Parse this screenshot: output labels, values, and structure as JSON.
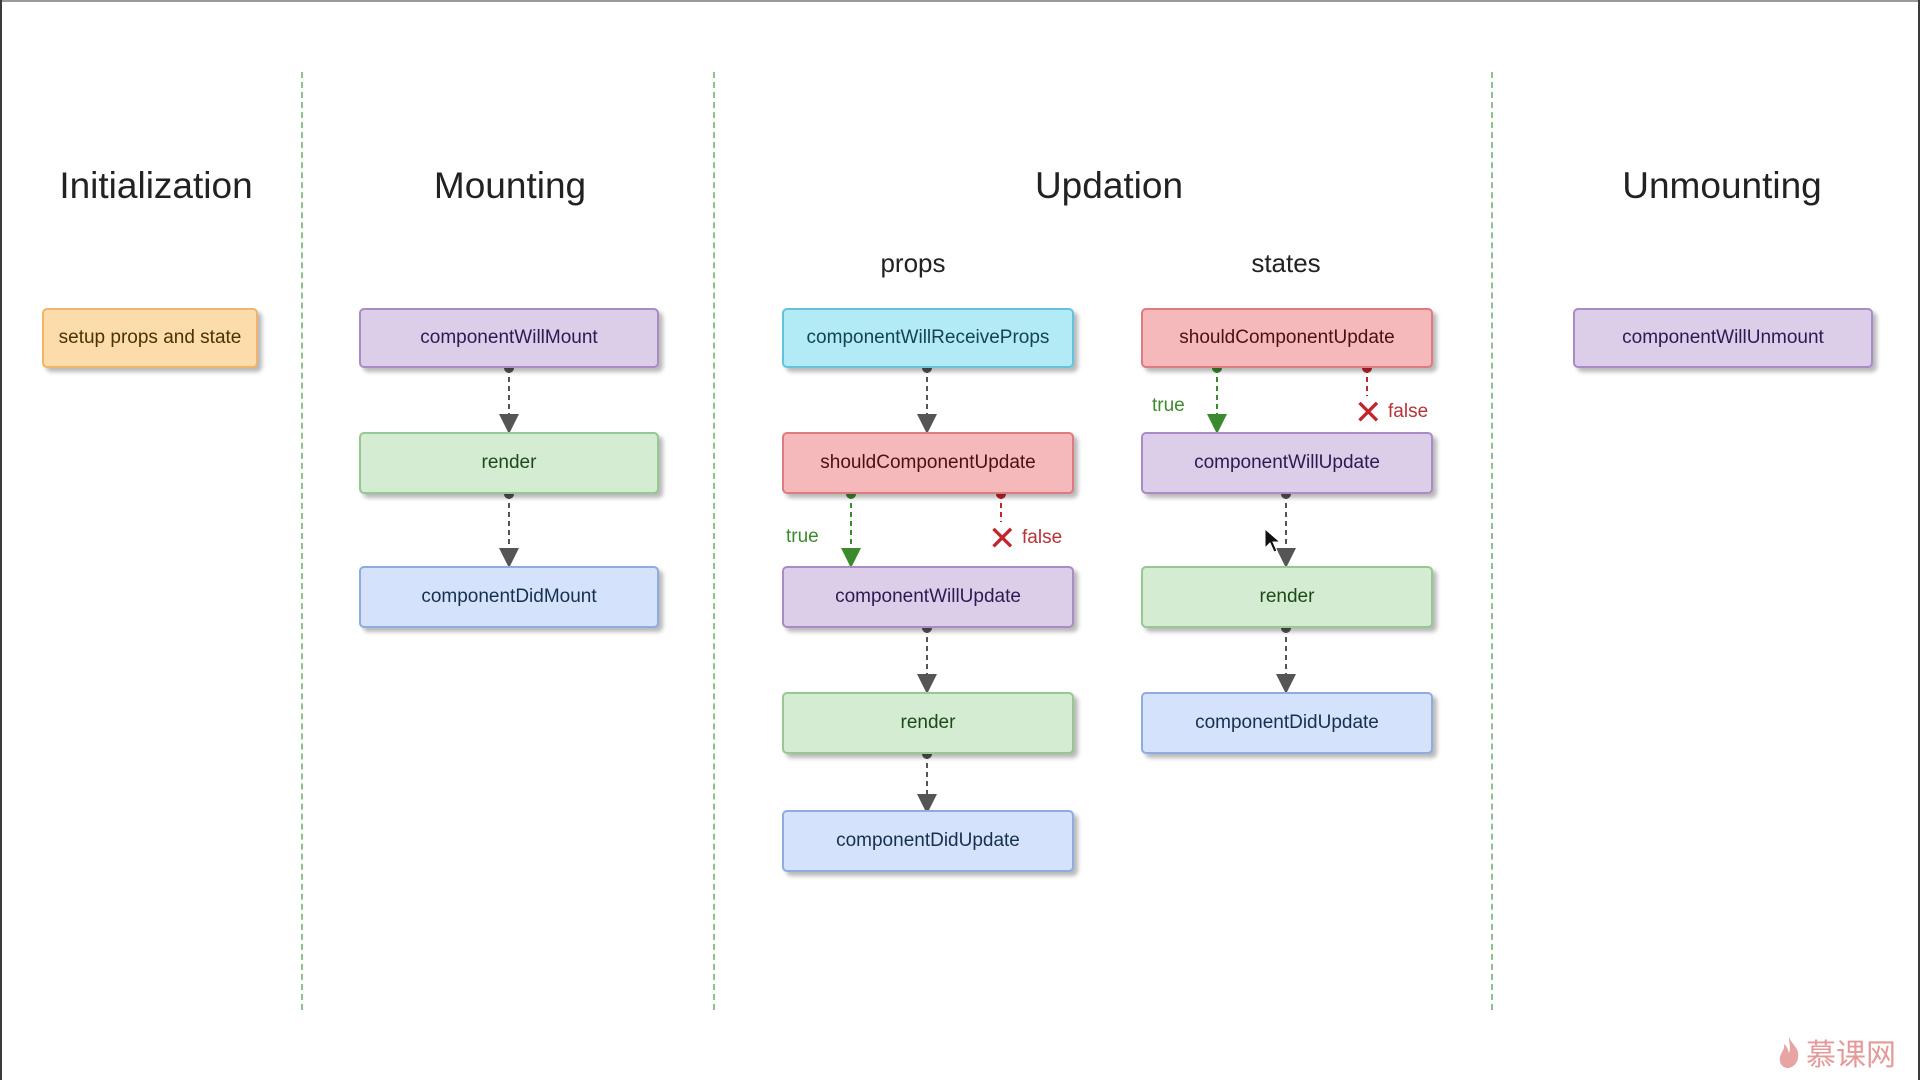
{
  "phases": {
    "initialization": "Initialization",
    "mounting": "Mounting",
    "updation": "Updation",
    "unmounting": "Unmounting"
  },
  "subphases": {
    "props": "props",
    "states": "states"
  },
  "boxes": {
    "setup": "setup props and state",
    "mount_will": "componentWillMount",
    "mount_render": "render",
    "mount_did": "componentDidMount",
    "props_receive": "componentWillReceiveProps",
    "props_should": "shouldComponentUpdate",
    "props_will_update": "componentWillUpdate",
    "props_render": "render",
    "props_did_update": "componentDidUpdate",
    "states_should": "shouldComponentUpdate",
    "states_will_update": "componentWillUpdate",
    "states_render": "render",
    "states_did_update": "componentDidUpdate",
    "unmount_will": "componentWillUnmount"
  },
  "labels": {
    "props_true": "true",
    "props_false": "false",
    "states_true": "true",
    "states_false": "false"
  },
  "watermark": {
    "text": "慕课网",
    "icon": "flame-icon"
  },
  "colors": {
    "orange": "#fbdcaa",
    "purple": "#dccde9",
    "green": "#d4ecd2",
    "blue": "#d4e3fb",
    "cyan": "#b2ebf6",
    "red": "#f5b9bc",
    "true_arrow": "#3c8a2e",
    "false_arrow": "#c0262d",
    "connector": "#555555"
  }
}
